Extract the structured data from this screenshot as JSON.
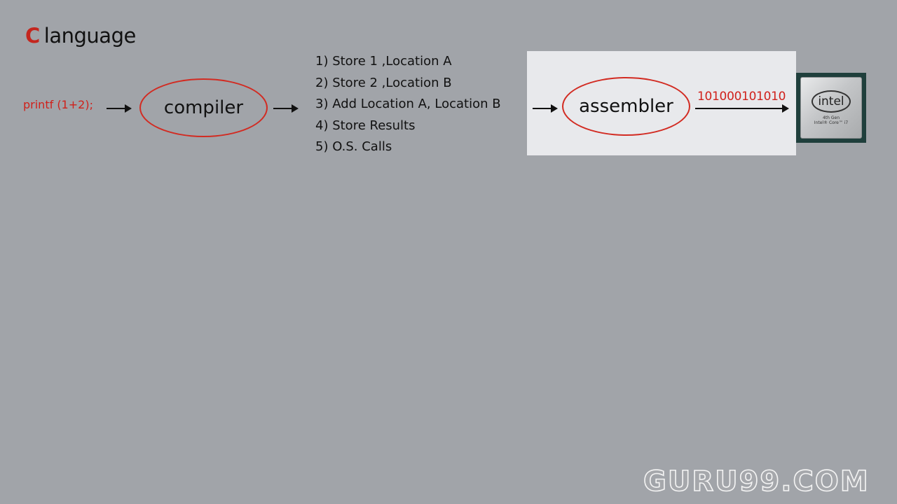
{
  "title": {
    "first_letter": "C",
    "rest": "language"
  },
  "source_code": "printf (1+2);",
  "compiler_label": "compiler",
  "assembly_steps": [
    "1) Store 1 ,Location A",
    "2) Store 2 ,Location B",
    "3) Add Location A, Location B",
    "4) Store Results",
    "5) O.S. Calls"
  ],
  "assembler_label": "assembler",
  "machine_code": "101000101010",
  "cpu_chip": {
    "logo": "intel",
    "line1": "4th Gen",
    "line2": "Intel® Core™ i7"
  },
  "watermark": "GURU99.COM",
  "colors": {
    "accent_red": "#d0211b",
    "background": "#a1a4a9",
    "panel": "#e8e9ec"
  }
}
